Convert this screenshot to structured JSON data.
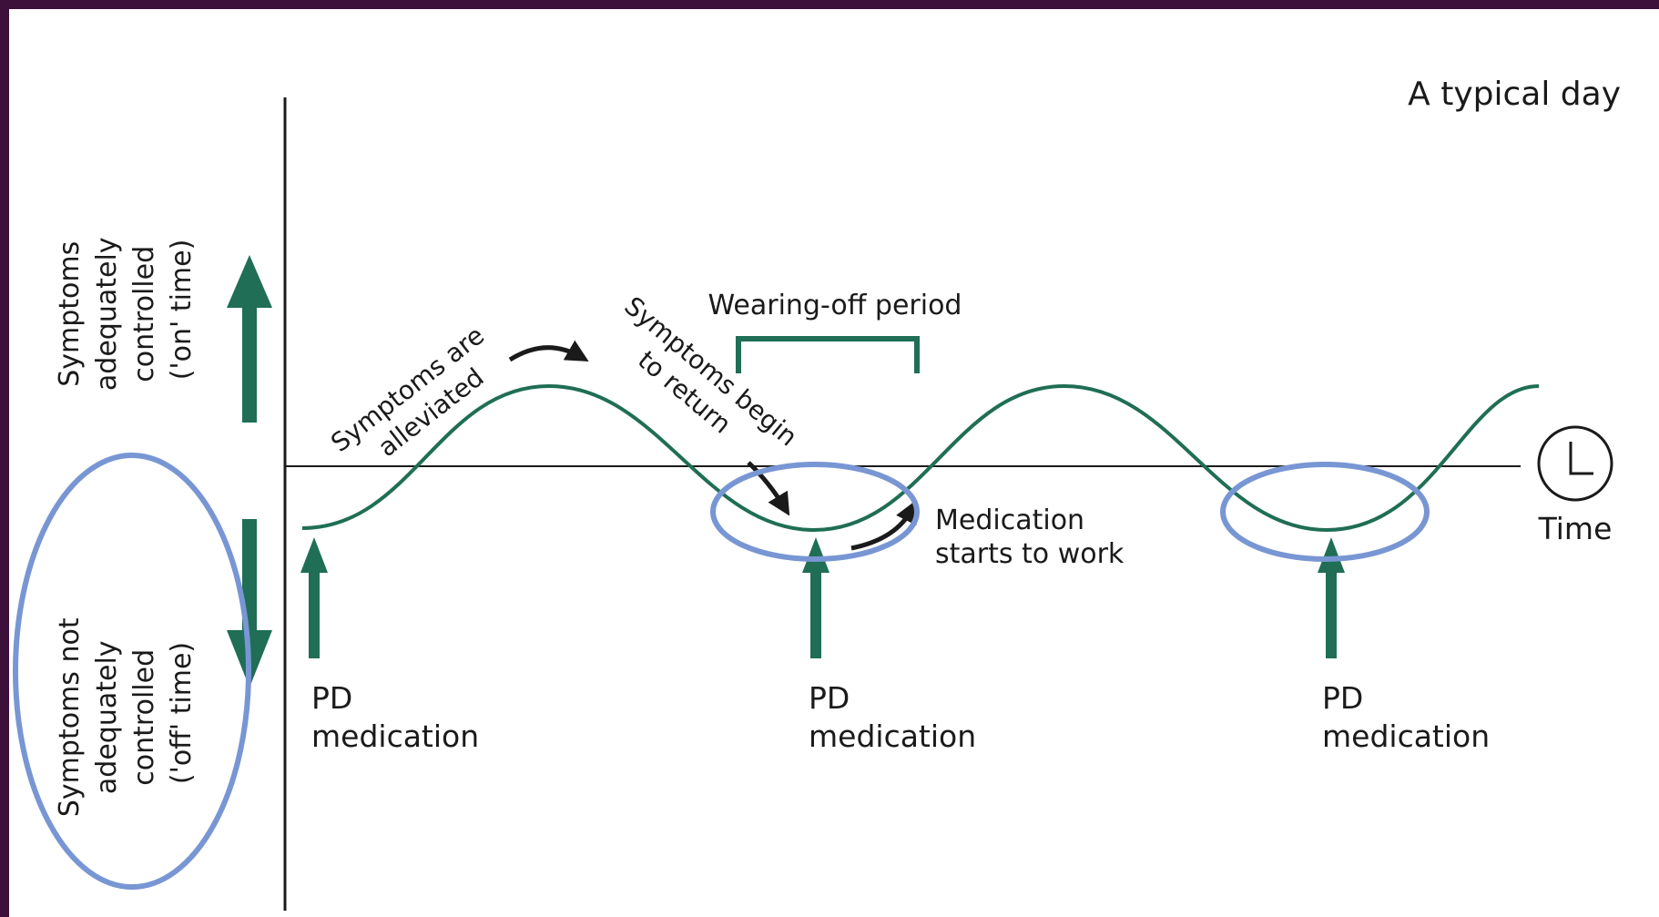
{
  "title": "A typical day",
  "y_axis": {
    "on_label": [
      "Symptoms",
      "adequately",
      "controlled",
      "('on' time)"
    ],
    "off_label": [
      "Symptoms not",
      "adequately",
      "controlled",
      "('off' time)"
    ]
  },
  "x_axis": {
    "label": "Time"
  },
  "annotations": {
    "alleviated": [
      "Symptoms are",
      "alleviated"
    ],
    "return": [
      "Symptoms begin",
      "to return"
    ],
    "wearing_off": "Wearing-off period",
    "med_works": [
      "Medication",
      "starts to work"
    ]
  },
  "doses": [
    {
      "line1": "PD",
      "line2": "medication"
    },
    {
      "line1": "PD",
      "line2": "medication"
    },
    {
      "line1": "PD",
      "line2": "medication"
    }
  ],
  "colors": {
    "curve": "#1f6e55",
    "highlight": "#7896d3",
    "axis": "#1a1a1a",
    "frame": "#3d0f3b"
  }
}
